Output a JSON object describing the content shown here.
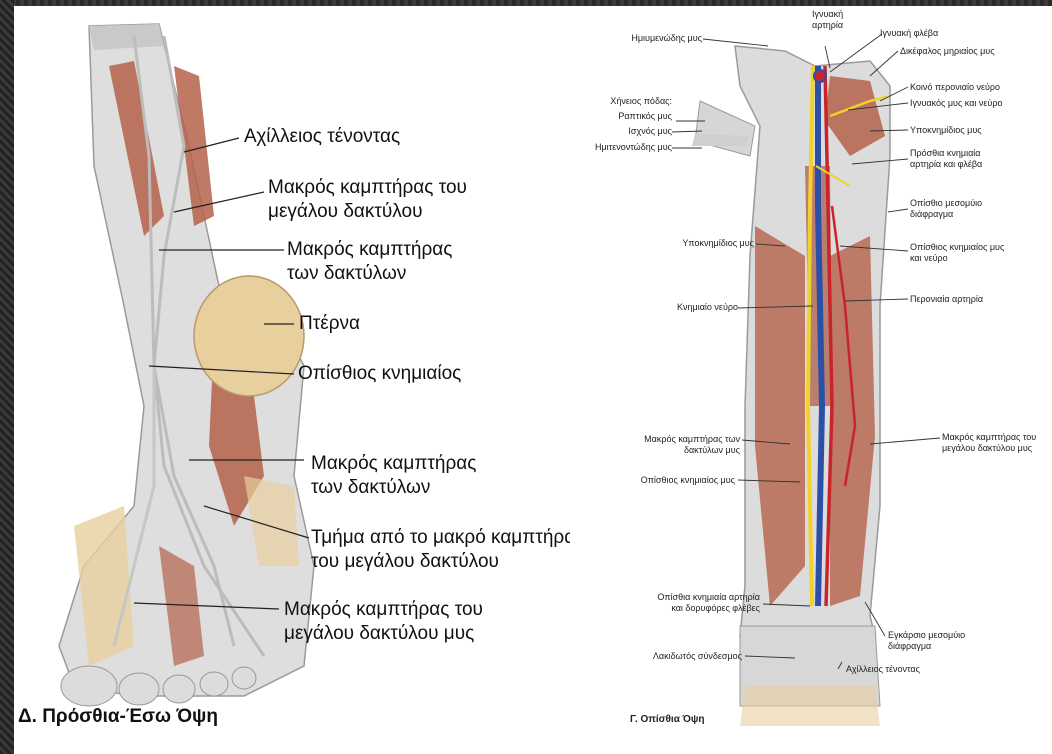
{
  "left_panel": {
    "caption": "Δ. Πρόσθια-Έσω Όψη",
    "labels": [
      {
        "l1": "Αχίλλειος τένοντας",
        "l2": ""
      },
      {
        "l1": "Μακρός καμπτήρας του",
        "l2": "μεγάλου δακτύλου"
      },
      {
        "l1": "Μακρός καμπτήρας",
        "l2": "των δακτύλων"
      },
      {
        "l1": "Πτέρνα",
        "l2": ""
      },
      {
        "l1": "Οπίσθιος κνημιαίος",
        "l2": ""
      },
      {
        "l1": "Μακρός καμπτήρας",
        "l2": "των δακτύλων"
      },
      {
        "l1": "Τμήμα από το μακρό καμπτήρα",
        "l2": "του μεγάλου δακτύλου"
      },
      {
        "l1": "Μακρός καμπτήρας του",
        "l2": "μεγάλου δακτύλου μυς"
      }
    ]
  },
  "right_panel": {
    "caption": "Γ. Οπίσθια Όψη",
    "top_labels": [
      {
        "l1": "Ιγνυακή",
        "l2": "αρτηρία"
      },
      {
        "l1": "Ιγνυακή φλέβα",
        "l2": ""
      }
    ],
    "left_labels": [
      {
        "l1": "Ημιυμενώδης μυς",
        "l2": ""
      },
      {
        "l1": "Χήνειος πόδας:",
        "l2": ""
      },
      {
        "l1": "Ραπτικός μυς",
        "l2": ""
      },
      {
        "l1": "Ισχνός μυς",
        "l2": ""
      },
      {
        "l1": "Ημιτενοντώδης μυς",
        "l2": ""
      },
      {
        "l1": "Υποκνημίδιος μυς",
        "l2": ""
      },
      {
        "l1": "Κνημιαίο νεύρο",
        "l2": ""
      },
      {
        "l1": "Μακρός καμπτήρας των",
        "l2": "δακτύλων μυς"
      },
      {
        "l1": "Οπίσθιος κνημιαίος μυς",
        "l2": ""
      },
      {
        "l1": "Οπίσθια κνημιαία αρτηρία",
        "l2": "και δορυφόρες φλέβες"
      },
      {
        "l1": "Λακιδωτός σύνδεσμος",
        "l2": ""
      }
    ],
    "right_labels": [
      {
        "l1": "Δικέφαλος μηριαίος μυς",
        "l2": ""
      },
      {
        "l1": "Κοινό περονιαίο νεύρο",
        "l2": ""
      },
      {
        "l1": "Ιγνυακός μυς και νεύρο",
        "l2": ""
      },
      {
        "l1": "Υποκνημίδιος μυς",
        "l2": ""
      },
      {
        "l1": "Πρόσθια κνημιαία",
        "l2": "αρτηρία και φλέβα"
      },
      {
        "l1": "Οπίσθιο μεσομύιο",
        "l2": "διάφραγμα"
      },
      {
        "l1": "Οπίσθιος κνημιαίος μυς",
        "l2": "και νεύρο"
      },
      {
        "l1": "Περονιαία αρτηρία",
        "l2": ""
      },
      {
        "l1": "Μακρός καμπτήρας του",
        "l2": "μεγάλου δακτύλου μυς"
      },
      {
        "l1": "Εγκάρσιο μεσομύιο",
        "l2": "διάφραγμα"
      },
      {
        "l1": "Αχίλλειος τένοντας",
        "l2": ""
      }
    ]
  },
  "colors": {
    "frame": "#2e2e2e",
    "tendon": "#dcdcdc",
    "muscle": "#b5624a",
    "bone": "#e8cf9e",
    "nerve": "#f1d22a",
    "artery": "#c8242a",
    "vein": "#2c4fa8"
  }
}
